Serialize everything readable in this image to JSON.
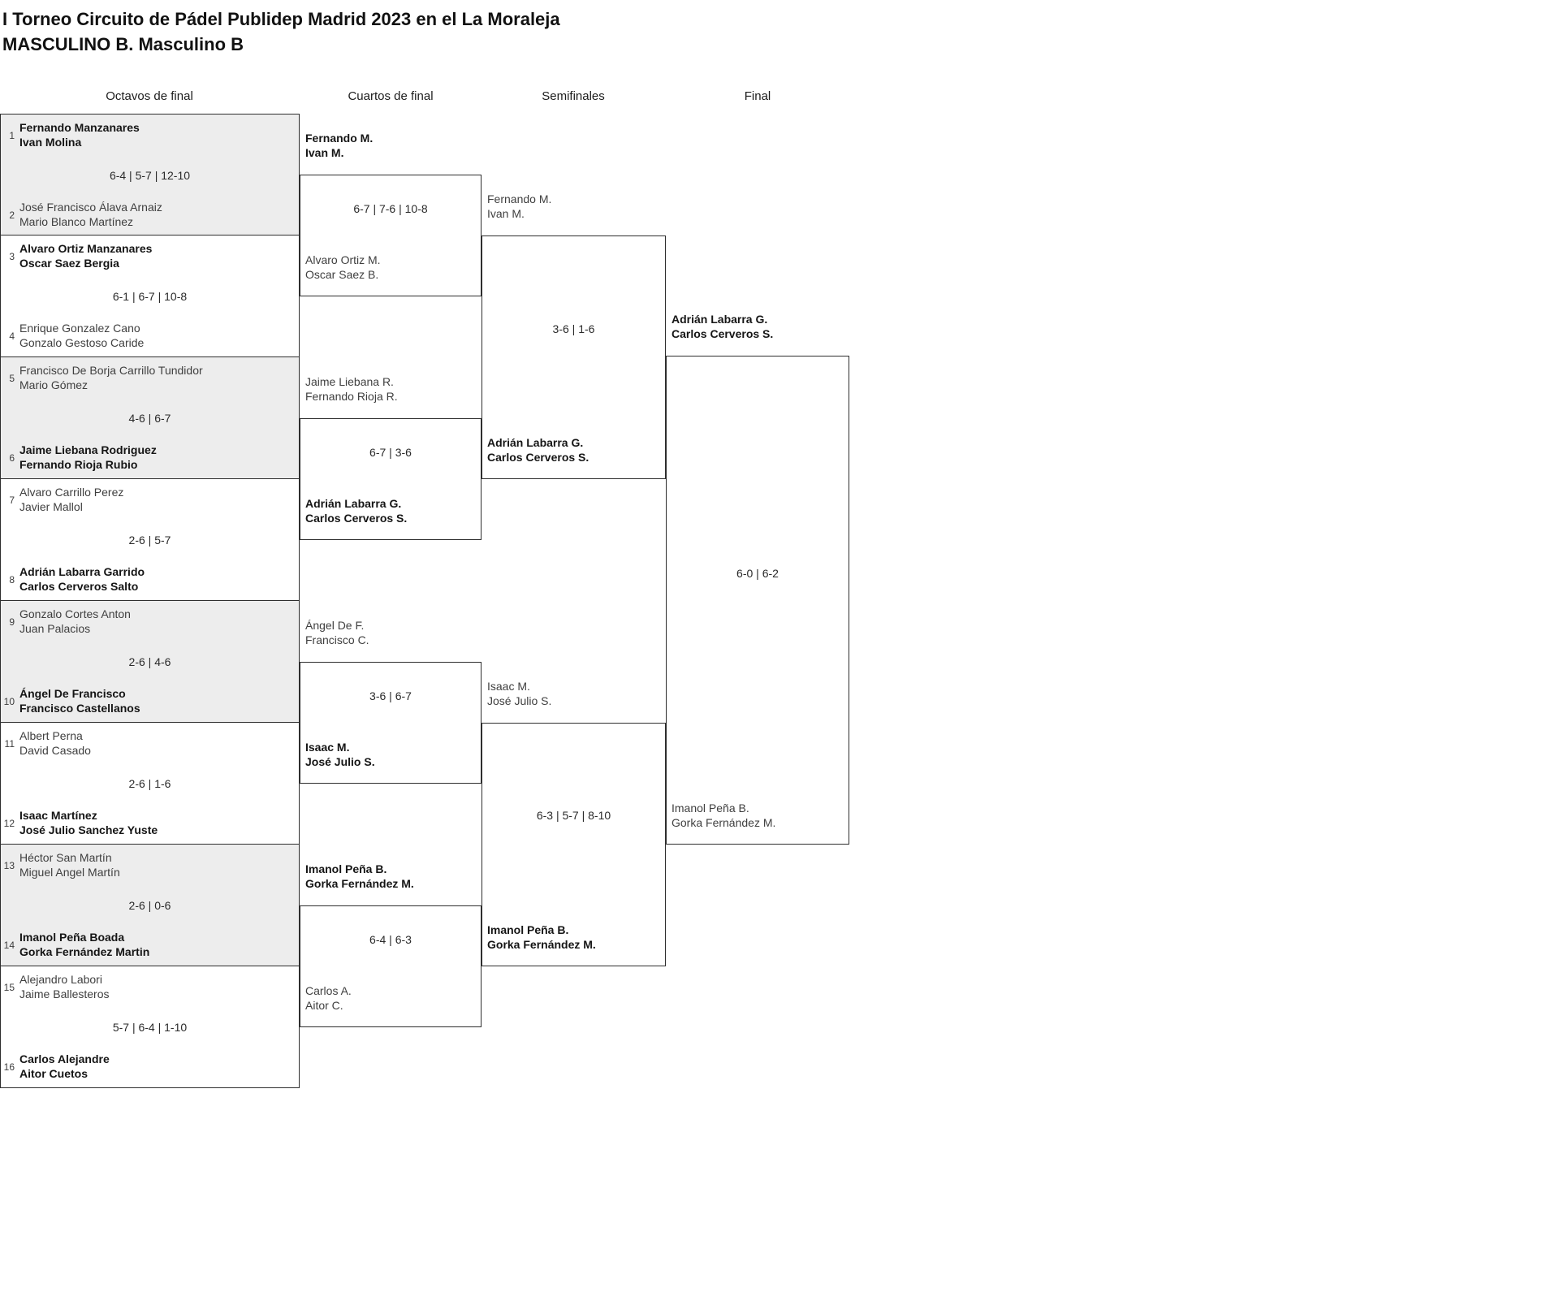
{
  "header": {
    "title": "I Torneo Circuito de Pádel Publidep Madrid 2023 en el La Moraleja",
    "subtitle": "MASCULINO B. Masculino B"
  },
  "round_headers": {
    "octavos": "Octavos de final",
    "cuartos": "Cuartos de final",
    "semifinales": "Semifinales",
    "final": "Final"
  },
  "octavos": {
    "matches": [
      {
        "seed_top": "1",
        "top": {
          "p1": "Fernando Manzanares",
          "p2": "Ivan Molina",
          "winner": true
        },
        "score": "6-4 | 5-7 | 12-10",
        "seed_bottom": "2",
        "bottom": {
          "p1": "José Francisco Álava Arnaiz",
          "p2": "Mario Blanco Martínez",
          "winner": false
        }
      },
      {
        "seed_top": "3",
        "top": {
          "p1": "Alvaro Ortiz Manzanares",
          "p2": "Oscar Saez Bergia",
          "winner": true
        },
        "score": "6-1 | 6-7 | 10-8",
        "seed_bottom": "4",
        "bottom": {
          "p1": "Enrique Gonzalez Cano",
          "p2": "Gonzalo Gestoso Caride",
          "winner": false
        }
      },
      {
        "seed_top": "5",
        "top": {
          "p1": "Francisco De Borja Carrillo Tundidor",
          "p2": "Mario Gómez",
          "winner": false
        },
        "score": "4-6 | 6-7",
        "seed_bottom": "6",
        "bottom": {
          "p1": "Jaime Liebana Rodriguez",
          "p2": "Fernando Rioja Rubio",
          "winner": true
        }
      },
      {
        "seed_top": "7",
        "top": {
          "p1": "Alvaro Carrillo Perez",
          "p2": "Javier Mallol",
          "winner": false
        },
        "score": "2-6 | 5-7",
        "seed_bottom": "8",
        "bottom": {
          "p1": "Adrián Labarra Garrido",
          "p2": "Carlos Cerveros Salto",
          "winner": true
        }
      },
      {
        "seed_top": "9",
        "top": {
          "p1": "Gonzalo Cortes Anton",
          "p2": "Juan Palacios",
          "winner": false
        },
        "score": "2-6 | 4-6",
        "seed_bottom": "10",
        "bottom": {
          "p1": "Ángel De Francisco",
          "p2": "Francisco Castellanos",
          "winner": true
        }
      },
      {
        "seed_top": "11",
        "top": {
          "p1": "Albert Perna",
          "p2": "David Casado",
          "winner": false
        },
        "score": "2-6 | 1-6",
        "seed_bottom": "12",
        "bottom": {
          "p1": "Isaac Martínez",
          "p2": "José Julio Sanchez Yuste",
          "winner": true
        }
      },
      {
        "seed_top": "13",
        "top": {
          "p1": "Héctor San Martín",
          "p2": "Miguel Angel Martín",
          "winner": false
        },
        "score": "2-6 | 0-6",
        "seed_bottom": "14",
        "bottom": {
          "p1": "Imanol Peña Boada",
          "p2": "Gorka Fernández Martin",
          "winner": true
        }
      },
      {
        "seed_top": "15",
        "top": {
          "p1": "Alejandro Labori",
          "p2": "Jaime Ballesteros",
          "winner": false
        },
        "score": "5-7 | 6-4 | 1-10",
        "seed_bottom": "16",
        "bottom": {
          "p1": "Carlos Alejandre",
          "p2": "Aitor Cuetos",
          "winner": true
        }
      }
    ]
  },
  "cuartos": {
    "entries": [
      {
        "p1": "Fernando M.",
        "p2": "Ivan M.",
        "winner": true
      },
      {
        "p1": "Alvaro Ortiz M.",
        "p2": "Oscar Saez B.",
        "winner": false
      },
      {
        "p1": "Jaime Liebana R.",
        "p2": "Fernando Rioja R.",
        "winner": false
      },
      {
        "p1": "Adrián Labarra G.",
        "p2": "Carlos Cerveros S.",
        "winner": true
      },
      {
        "p1": "Ángel De F.",
        "p2": "Francisco C.",
        "winner": false
      },
      {
        "p1": "Isaac M.",
        "p2": "José Julio S.",
        "winner": true
      },
      {
        "p1": "Imanol Peña B.",
        "p2": "Gorka Fernández M.",
        "winner": true
      },
      {
        "p1": "Carlos A.",
        "p2": "Aitor C.",
        "winner": false
      }
    ],
    "scores": [
      "6-7 | 7-6 | 10-8",
      "6-7 | 3-6",
      "3-6 | 6-7",
      "6-4 | 6-3"
    ]
  },
  "semifinales": {
    "entries": [
      {
        "p1": "Fernando M.",
        "p2": "Ivan M.",
        "winner": false
      },
      {
        "p1": "Adrián Labarra G.",
        "p2": "Carlos Cerveros S.",
        "winner": true
      },
      {
        "p1": "Isaac M.",
        "p2": "José Julio S.",
        "winner": false
      },
      {
        "p1": "Imanol Peña B.",
        "p2": "Gorka Fernández M.",
        "winner": true
      }
    ],
    "scores": [
      "3-6 | 1-6",
      "6-3 | 5-7 | 8-10"
    ]
  },
  "final": {
    "entries": [
      {
        "p1": "Adrián Labarra G.",
        "p2": "Carlos Cerveros S.",
        "winner": true
      },
      {
        "p1": "Imanol Peña B.",
        "p2": "Gorka Fernández M.",
        "winner": false
      }
    ],
    "score": "6-0 | 6-2"
  },
  "colors": {
    "highlight_row_bg": "#ededed",
    "border": "#2e2e2e",
    "winner_text": "#151515",
    "loser_text": "#3f3f3f"
  }
}
